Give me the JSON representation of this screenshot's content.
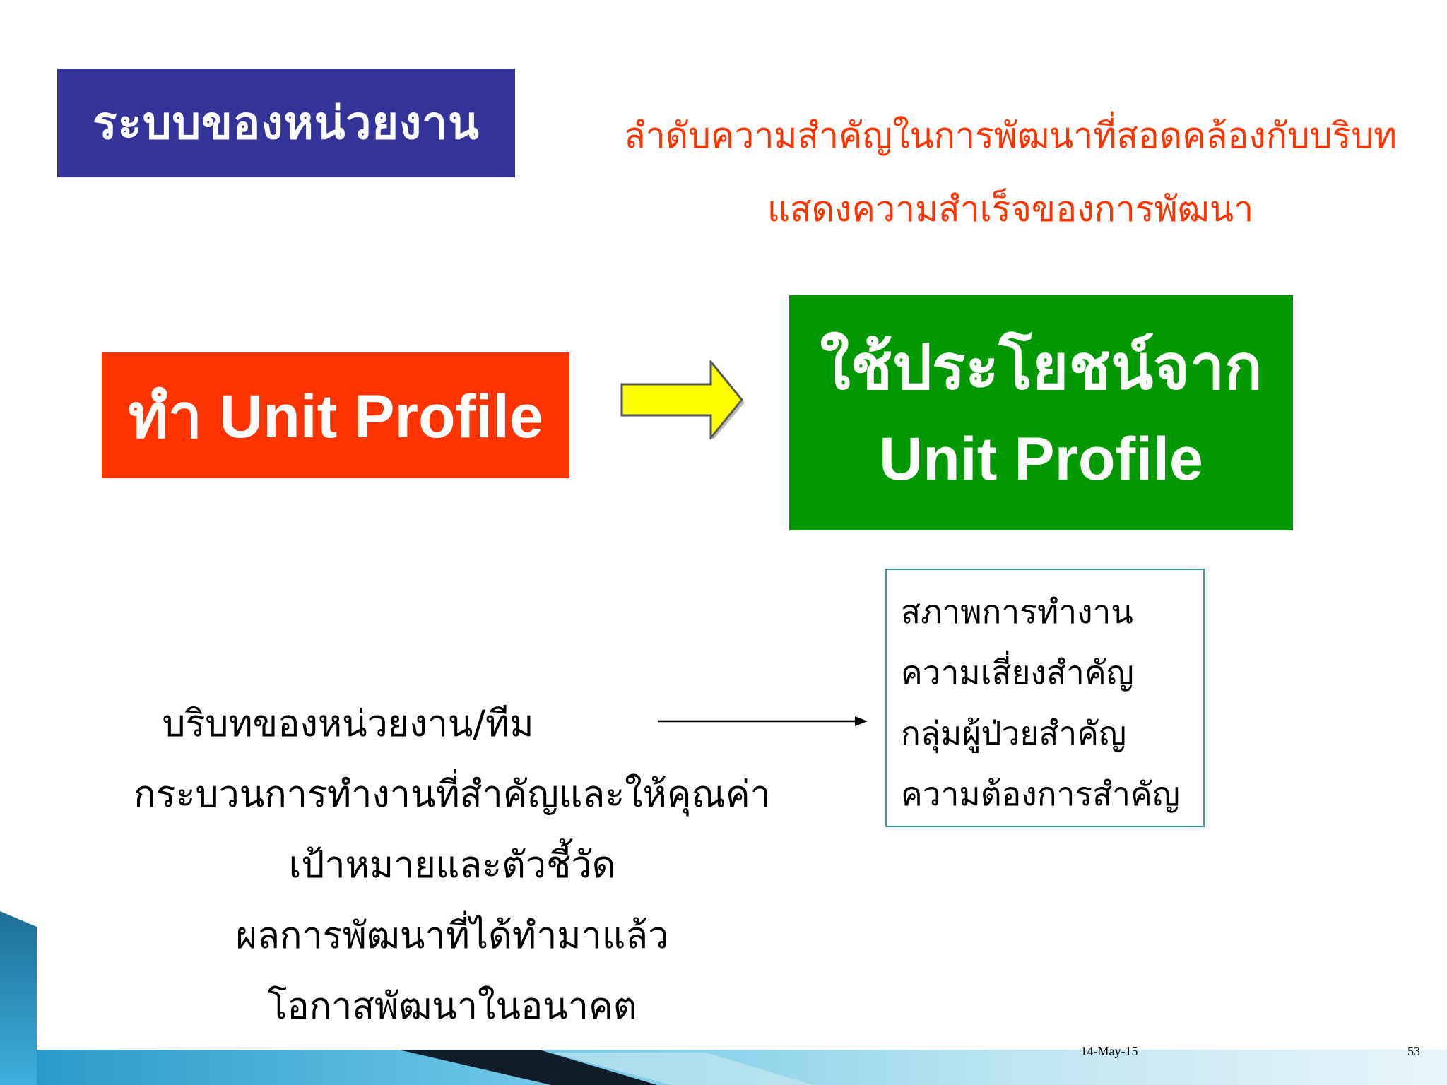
{
  "title": "ระบบของหน่วยงาน",
  "note": {
    "line1": "ลำดับความสำคัญในการพัฒนาที่สอดคล้องกับบริบท",
    "line2": "แสดงความสำเร็จของการพัฒนา",
    "color": "#ff3300"
  },
  "make_box": {
    "label": "ทำ Unit Profile",
    "color": "#ff3300"
  },
  "benefit_box": {
    "line1": "ใช้ประโยชน์จาก",
    "line2": "Unit Profile",
    "color": "#009900"
  },
  "list_box": {
    "items": [
      "สภาพการทำงาน",
      "ความเสี่ยงสำคัญ",
      "กลุ่มผู้ป่วยสำคัญ",
      "ความต้องการสำคัญ"
    ]
  },
  "context_list": {
    "items": [
      "บริบทของหน่วยงาน/ทีม",
      "กระบวนการทำงานที่สำคัญและให้คุณค่า",
      "เป้าหมายและตัวชี้วัด",
      "ผลการพัฒนาที่ได้ทำมาแล้ว",
      "โอกาสพัฒนาในอนาคต"
    ]
  },
  "footer": {
    "date": "14-May-15",
    "page": "53"
  },
  "colors": {
    "title_bg": "#333399",
    "arrow_fill": "#ffff00",
    "list_border": "#339999"
  }
}
